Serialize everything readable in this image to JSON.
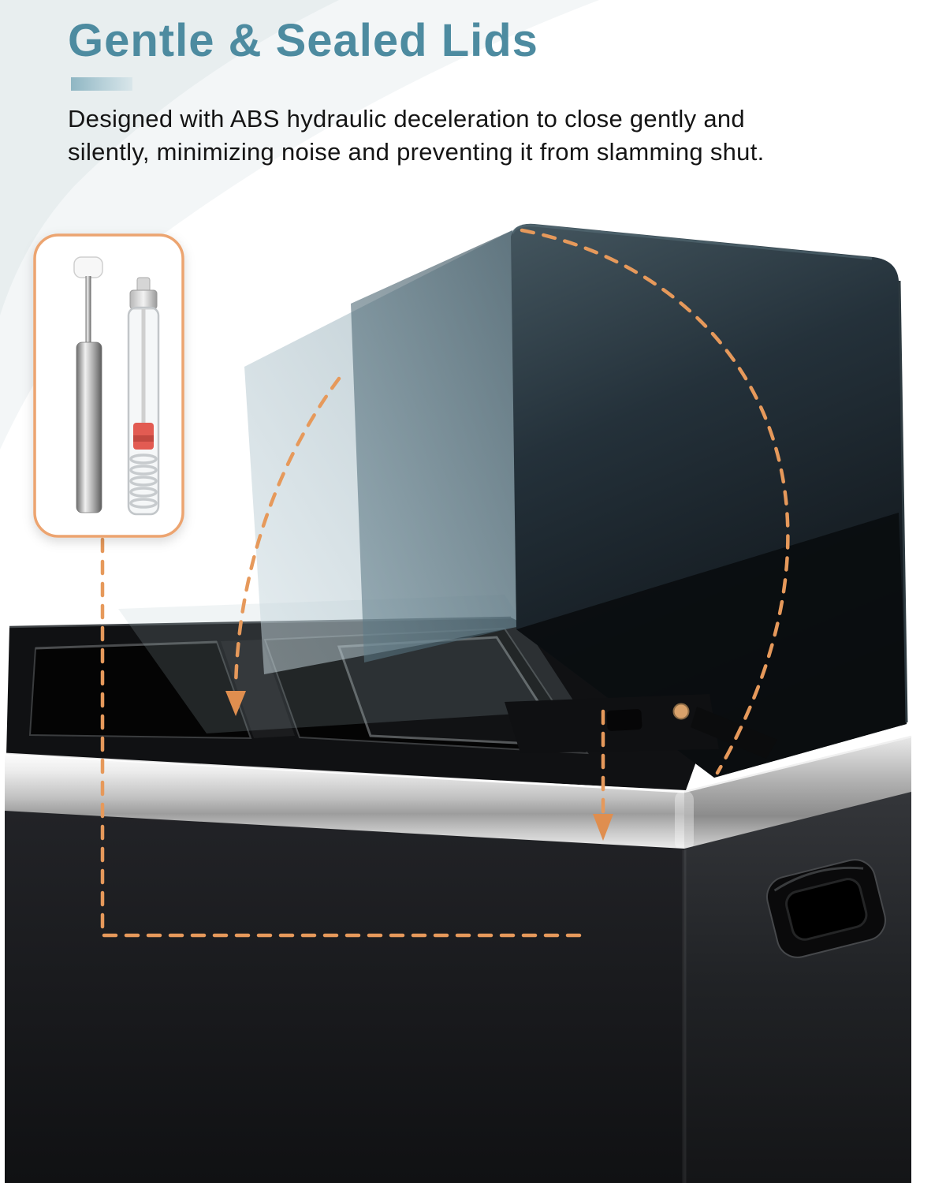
{
  "header": {
    "title": "Gentle & Sealed Lids",
    "description_line1": "Designed with ABS hydraulic deceleration to close gently and",
    "description_line2": "silently, minimizing noise and preventing it from slamming shut."
  },
  "colors": {
    "title_teal": "#4D8BA0",
    "underline_teal": "#8FB6C3",
    "accent_orange_dashed": "#E6995B",
    "arrow_orange": "#DF8E4F",
    "body_text": "#151515",
    "can_black": "#17181A",
    "steel_rim": "#C2C2C2",
    "ghost_lid_teal": "#7FA3B0",
    "damper_red": "#E25B52",
    "hinge_damper_tan": "#D9A26B",
    "callout_border": "#ECA46F"
  },
  "illustration": {
    "icons": [
      "hydraulic-damper-rod-icon",
      "hydraulic-damper-spring-icon",
      "lid-swing-arc-outer",
      "lid-swing-arc-inner",
      "hinge-pointer-arrow",
      "left-lid-pointer-arrow"
    ]
  }
}
